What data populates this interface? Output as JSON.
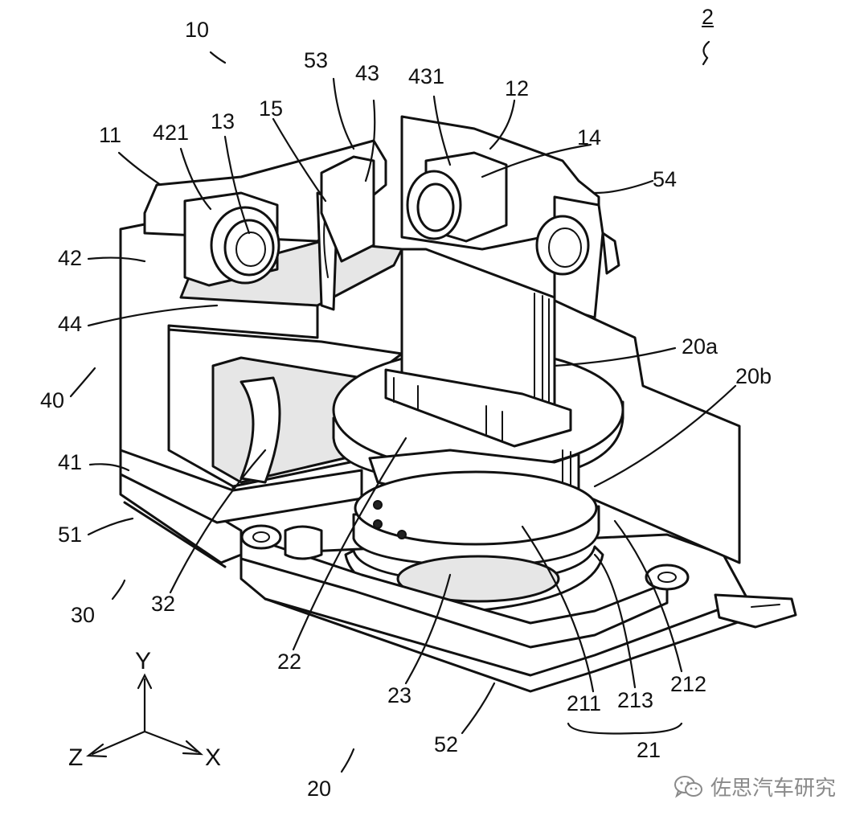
{
  "figure_number": "2",
  "labels": {
    "l10": "10",
    "l2": "2",
    "l53": "53",
    "l43": "43",
    "l431": "431",
    "l12": "12",
    "l11": "11",
    "l421": "421",
    "l13": "13",
    "l15": "15",
    "l14": "14",
    "l54": "54",
    "l42": "42",
    "l44": "44",
    "l20a": "20a",
    "l20b": "20b",
    "l40": "40",
    "l41": "41",
    "l51": "51",
    "l30": "30",
    "l32": "32",
    "l22": "22",
    "l23": "23",
    "l211": "211",
    "l213": "213",
    "l212": "212",
    "l21": "21",
    "l52": "52",
    "l20": "20"
  },
  "axes": {
    "y": "Y",
    "x": "X",
    "z": "Z"
  },
  "watermark": {
    "text": "佐思汽车研究",
    "icon": "wechat-icon"
  },
  "colors": {
    "line": "#111111",
    "watermark": "#8a8a8a"
  }
}
